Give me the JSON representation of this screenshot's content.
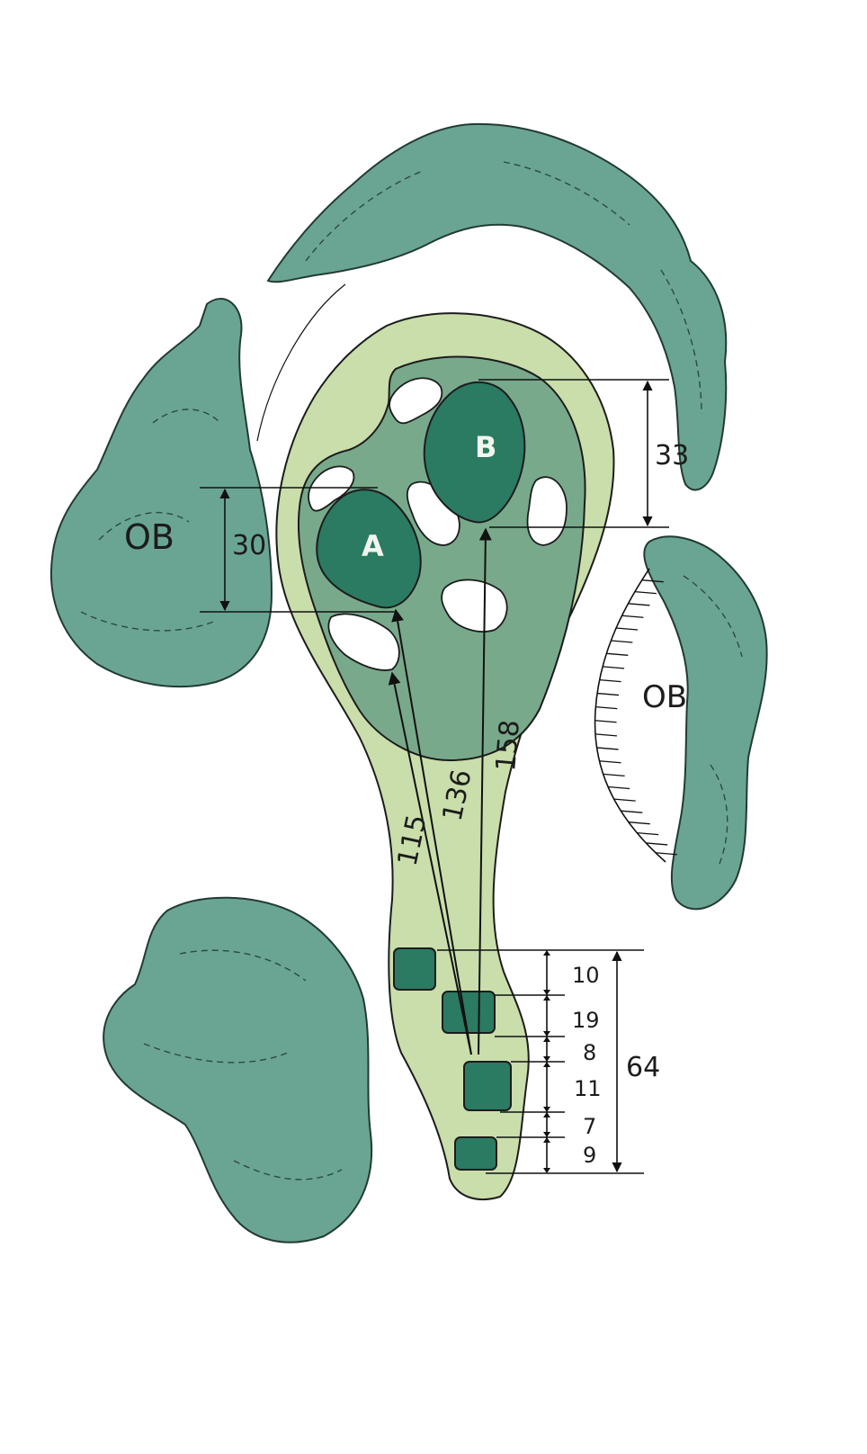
{
  "colors": {
    "trees": "#6aa593",
    "rough": "#c9deab",
    "fairway": "#78a98b",
    "green": "#2b7a62",
    "bunker": "#ffffff",
    "lines": "#111111"
  },
  "labels": {
    "ob_left": "OB",
    "ob_right": "OB",
    "green_a": "A",
    "green_b": "B"
  },
  "distances": {
    "to_a_front": "115",
    "to_a_center": "136",
    "to_b_center": "158",
    "green_a_depth": "30",
    "green_b_depth": "33"
  },
  "tee_dimensions": {
    "gaps": [
      "10",
      "19",
      "8",
      "11",
      "7",
      "9"
    ],
    "total": "64"
  }
}
